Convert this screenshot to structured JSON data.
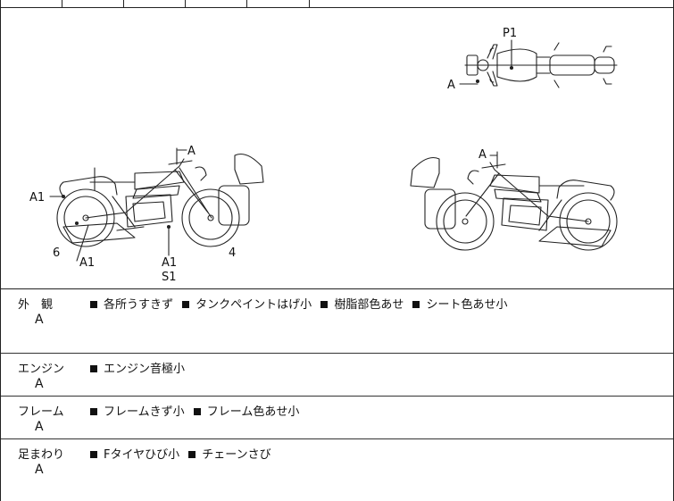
{
  "diagram": {
    "top_view_labels": [
      "P1",
      "A"
    ],
    "left_view_labels": [
      "A",
      "A1",
      "6",
      "A1",
      "A1",
      "S1",
      "4"
    ],
    "right_view_labels": [
      "A"
    ]
  },
  "sections": [
    {
      "category": "外　観",
      "grade": "A",
      "notes": [
        "各所うすきず",
        "タンクペイントはげ小",
        "樹脂部色あせ",
        "シート色あせ小"
      ]
    },
    {
      "category": "エンジン",
      "grade": "A",
      "notes": [
        "エンジン音極小"
      ]
    },
    {
      "category": "フレーム",
      "grade": "A",
      "notes": [
        "フレームきず小",
        "フレーム色あせ小"
      ]
    },
    {
      "category": "足まわり",
      "grade": "A",
      "notes": [
        "Fタイヤひび小",
        "チェーンさび"
      ]
    }
  ]
}
